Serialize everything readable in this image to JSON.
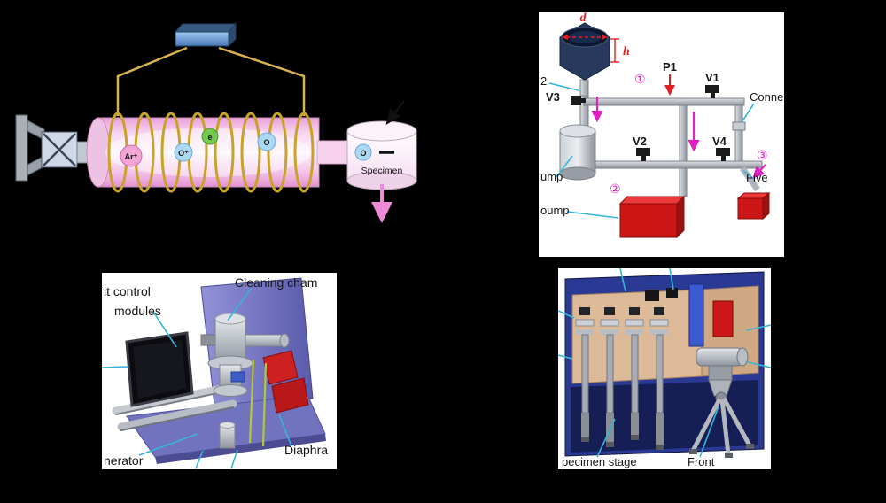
{
  "colors": {
    "background": "#000000",
    "panel": "#ffffff",
    "accent_magenta": "#e020c0",
    "accent_red": "#e02020",
    "leader_cyan": "#35b6d9",
    "coil_gold": "#c9a227",
    "pump_red": "#cc1515",
    "plate_blue": "#7070bc",
    "tube_pink": "#f3c4e8"
  },
  "plasma_panel": {
    "particles": {
      "argon_ion": "Ar⁺",
      "oxygen_ion": "O⁺",
      "electron": "e",
      "oxygen_radical": "O",
      "specimen_oxygen": "O"
    },
    "specimen_label": "Specimen"
  },
  "gas_panel": {
    "dim_d": "d",
    "dim_h": "h",
    "gauge_p1": "P1",
    "valve_v1": "V1",
    "valve_v2": "V2",
    "valve_v3": "V3",
    "valve_v4": "V4",
    "label_connect": "Conne",
    "label_five_way": "Five",
    "label_pump_upper": "ump",
    "label_pump_lower": "oump",
    "label_gas_inlet": "2",
    "step_1": "①",
    "step_2": "②",
    "step_3": "③"
  },
  "module_panel": {
    "label_control_line1": "it control",
    "label_control_line2": "modules",
    "label_cleaning_chamber": "Cleaning cham",
    "label_diaphragm": "Diaphra",
    "label_generator": "nerator"
  },
  "front_view_panel": {
    "label_specimen_stage": "pecimen stage",
    "label_front": "Front"
  }
}
